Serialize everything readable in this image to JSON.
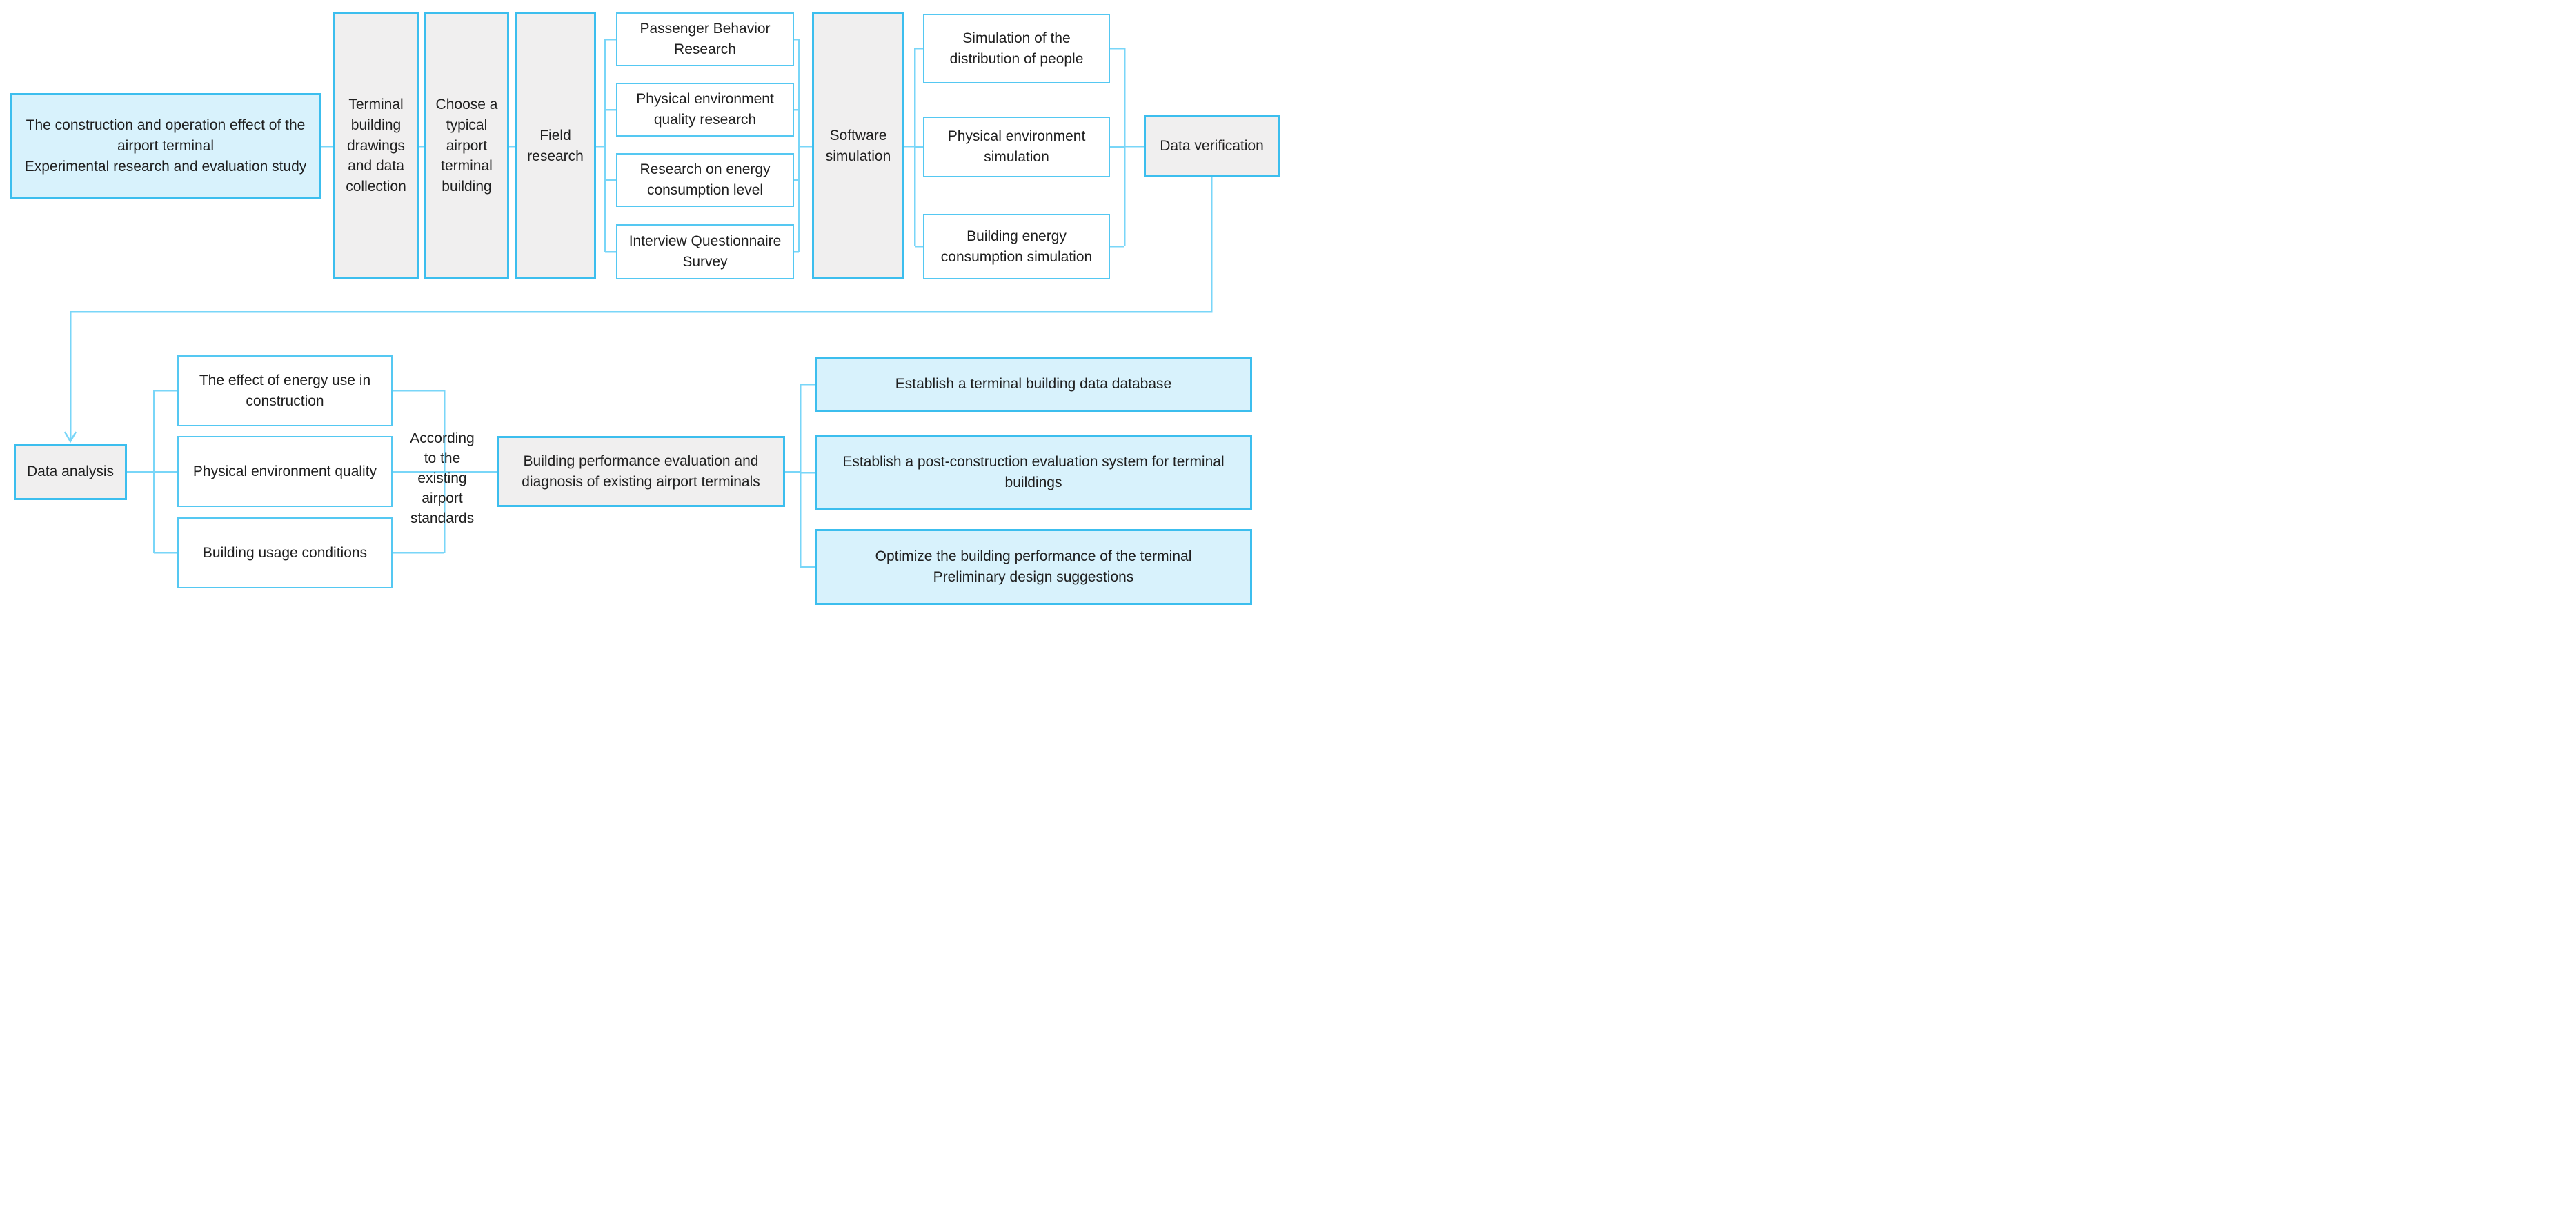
{
  "colors": {
    "accent_border": "#3cbeee",
    "light_border": "#55c8f2",
    "connector": "#79d6f8",
    "blue_fill": "#d8f2fc",
    "gray_fill": "#f0efef",
    "white_fill": "#ffffff",
    "text_color": "#1f1f1f"
  },
  "nodes": {
    "root": {
      "line1": "The construction and operation effect of the airport terminal",
      "line2": "Experimental research and evaluation study"
    },
    "collection": {
      "text": "Terminal building drawings and data collection"
    },
    "choose": {
      "text": "Choose a typical airport terminal building"
    },
    "field": {
      "text": "Field research"
    },
    "p1": {
      "text": "Passenger Behavior Research"
    },
    "p2": {
      "text": "Physical environment quality research"
    },
    "p3": {
      "text": "Research on energy consumption level"
    },
    "p4": {
      "text": "Interview Questionnaire Survey"
    },
    "software": {
      "text": "Software simulation"
    },
    "s1": {
      "text": "Simulation of the distribution of people"
    },
    "s2": {
      "text": "Physical environment simulation"
    },
    "s3": {
      "text": "Building energy consumption simulation"
    },
    "verification": {
      "text": "Data verification"
    },
    "analysis": {
      "text": "Data analysis"
    },
    "m1": {
      "text": "The effect of energy use in construction"
    },
    "m2": {
      "text": "Physical environment quality"
    },
    "m3": {
      "text": "Building usage conditions"
    },
    "according": {
      "text": "According to the existing airport standards"
    },
    "evaluation": {
      "text": "Building performance evaluation and diagnosis of existing airport terminals"
    },
    "r1": {
      "text": "Establish a terminal building data database"
    },
    "r2": {
      "text": "Establish a post-construction evaluation system for terminal buildings"
    },
    "r3": {
      "line1": "Optimize the building performance of the terminal",
      "line2": "Preliminary design suggestions"
    }
  }
}
